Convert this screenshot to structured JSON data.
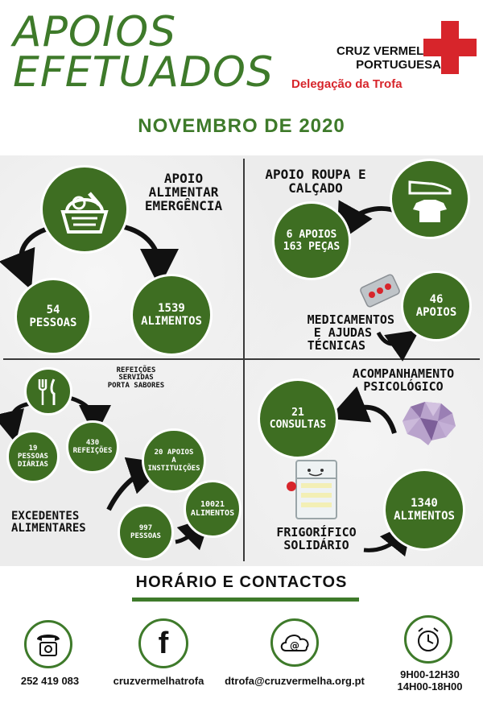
{
  "header": {
    "title_line1": "APOIOS",
    "title_line2": "EFETUADOS",
    "org_line1": "CRUZ VERMELHA",
    "org_line2": "PORTUGUESA",
    "org_delegation": "Delegação da Trofa",
    "month": "NOVEMBRO DE 2020"
  },
  "colors": {
    "brand_green": "#3e7a2a",
    "circle_green": "#3e6e22",
    "red_cross": "#d7252b"
  },
  "food_aid": {
    "title_line1": "APOIO",
    "title_line2": "ALIMENTAR",
    "title_line3": "EMERGÊNCIA",
    "icon": "food-basket-icon",
    "people_value": "54",
    "people_label": "PESSOAS",
    "items_value": "1539",
    "items_label": "ALIMENTOS"
  },
  "clothing": {
    "title_line1": "APOIO ROUPA E",
    "title_line2": "CALÇADO",
    "icon": "clothing-icon",
    "supports": "6 APOIOS",
    "pieces": "163 PEÇAS"
  },
  "medicine": {
    "title_line1": "MEDICAMENTOS",
    "title_line2": "E AJUDAS",
    "title_line3": "TÉCNICAS",
    "icon": "pills-icon",
    "value": "46",
    "label": "APOIOS"
  },
  "meals": {
    "title_line1": "REFEIÇÕES",
    "title_line2": "SERVIDAS",
    "title_line3": "PORTA SABORES",
    "icon": "cutlery-icon",
    "people_value": "19",
    "people_label1": "PESSOAS",
    "people_label2": "DIÁRIAS",
    "meals_value": "430",
    "meals_label": "REFEIÇÕES"
  },
  "surplus": {
    "title_line1": "EXCEDENTES",
    "title_line2": "ALIMENTARES",
    "institutions_line1": "20 APOIOS",
    "institutions_line2": "A",
    "institutions_line3": "INSTITUIÇÕES",
    "people_value": "997",
    "people_label": "PESSOAS",
    "items_value": "10021",
    "items_label": "ALIMENTOS"
  },
  "psych": {
    "title_line1": "ACOMPANHAMENTO",
    "title_line2": "PSICOLÓGICO",
    "icon": "brain-icon",
    "value": "21",
    "label": "CONSULTAS"
  },
  "fridge": {
    "title_line1": "FRIGORÍFICO",
    "title_line2": "SOLIDÁRIO",
    "icon": "fridge-icon",
    "value": "1340",
    "label": "ALIMENTOS"
  },
  "footer": {
    "title": "HORÁRIO E CONTACTOS",
    "phone": "252 419 083",
    "facebook": "cruzvermelhatrofa",
    "email": "dtrofa@cruzvermelha.org.pt",
    "hours_line1": "9H00-12H30",
    "hours_line2": "14H00-18H00"
  }
}
